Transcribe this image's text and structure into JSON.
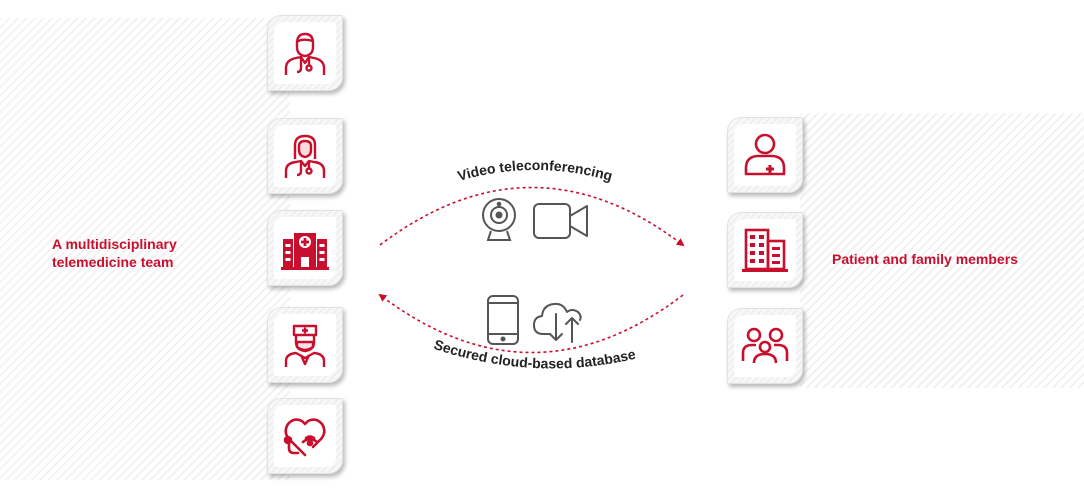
{
  "left_label": "A multidisciplinary telemedicine team",
  "right_label": "Patient and family members",
  "top_arc_label": "Video teleconferencing",
  "bottom_arc_label": "Secured cloud-based database",
  "colors": {
    "accent": "#c8102e",
    "icon_gray": "#555555"
  },
  "left_icons": [
    "male-doctor-icon",
    "female-doctor-icon",
    "hospital-icon",
    "nurse-icon",
    "heart-stethoscope-icon"
  ],
  "right_icons": [
    "patient-icon",
    "building-icon",
    "family-icon"
  ],
  "middle_icons": [
    "webcam-icon",
    "video-camera-icon",
    "smartphone-icon",
    "cloud-sync-icon"
  ]
}
